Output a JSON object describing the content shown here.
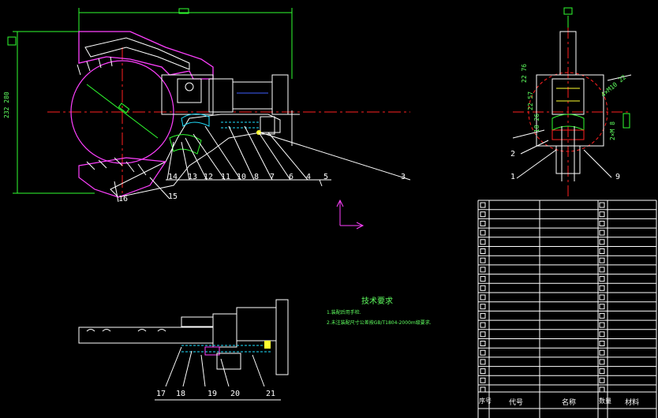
{
  "drawing": {
    "tech_requirements": {
      "title": "技术要求",
      "lines": [
        "1.装配后用手检.",
        "2.未注装配尺寸公差按GB/T1804-2000m级要求."
      ]
    },
    "dimensions": {
      "overall_height": "232 280",
      "width_top": "",
      "right_view_dims": [
        "22 76",
        "22 57",
        "18 26",
        "2×M 8",
        "4×M10 22"
      ]
    },
    "callouts_main": [
      "16",
      "15",
      "14",
      "13",
      "12",
      "11",
      "10",
      "8",
      "7",
      "6",
      "4",
      "5",
      "3"
    ],
    "callouts_right": [
      "2",
      "1",
      "9"
    ],
    "callouts_bottom": [
      "17",
      "18",
      "19",
      "20",
      "21"
    ]
  },
  "title_block": {
    "col_labels": [
      "序号",
      "代号",
      "名称",
      "数量",
      "材料"
    ]
  },
  "colors": {
    "background": "#000000",
    "outline": "#ffffff",
    "centerline": "#ff2020",
    "dimension": "#30ff30",
    "magenta": "#ff40ff",
    "blue": "#4060ff",
    "cyan": "#20e0ff",
    "yellow": "#ffff30"
  }
}
